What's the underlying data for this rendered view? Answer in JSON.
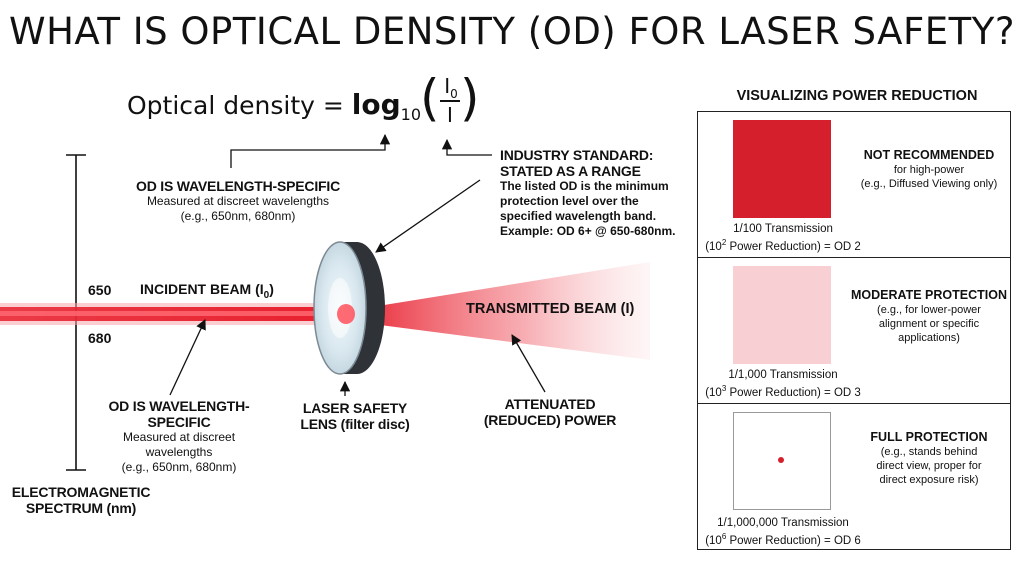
{
  "title": "WHAT IS OPTICAL DENSITY (OD) FOR LASER SAFETY?",
  "formula": {
    "lhs": "Optical density =",
    "log": "log",
    "base": "10",
    "numerator": "I",
    "numerator_sub": "0",
    "denominator": "I"
  },
  "annotations": {
    "od_top": {
      "heading": "OD IS WAVELENGTH-SPECIFIC",
      "lines": [
        "Measured at discreet wavelengths",
        "(e.g., 650nm, 680nm)"
      ]
    },
    "industry": {
      "heading_lines": [
        "INDUSTRY STANDARD:",
        "STATED AS A RANGE"
      ],
      "lines": [
        "The listed OD is the minimum",
        "protection level over the",
        "specified wavelength band.",
        "Example: OD 6+ @ 650-680nm."
      ]
    },
    "incident_beam": {
      "label": "INCIDENT BEAM (I",
      "sub": "0",
      "close": ")"
    },
    "transmitted_beam": "TRANSMITTED BEAM (I)",
    "od_bottom": {
      "heading": "OD IS WAVELENGTH-SPECIFIC",
      "lines": [
        "Measured at discreet",
        "wavelengths",
        "(e.g., 650nm, 680nm)"
      ]
    },
    "lens": [
      "LASER SAFETY",
      "LENS (filter disc)"
    ],
    "attenuated": [
      "ATTENUATED",
      "(REDUCED) POWER"
    ],
    "spectrum": [
      "ELECTROMAGNETIC",
      "SPECTRUM (nm)"
    ],
    "tick_650": "650",
    "tick_680": "680"
  },
  "panel": {
    "title": "VISUALIZING POWER REDUCTION",
    "rows": [
      {
        "swatch_color": "#d61f2c",
        "transmission": "1/100 Transmission",
        "reduction_prefix": "(10",
        "reduction_exp": "2",
        "reduction_suffix": " Power Reduction) = OD 2",
        "heading": "NOT RECOMMENDED",
        "lines": [
          "for high-power",
          "(e.g., Diffused Viewing only)"
        ]
      },
      {
        "swatch_color": "#f8cfd3",
        "transmission": "1/1,000 Transmission",
        "reduction_prefix": "(10",
        "reduction_exp": "3",
        "reduction_suffix": " Power Reduction) = OD 3",
        "heading": "MODERATE PROTECTION",
        "lines": [
          "(e.g., for lower-power",
          "alignment or specific",
          "applications)"
        ]
      },
      {
        "swatch_color": "#ffffff",
        "dot_color": "#d61f2c",
        "transmission": "1/1,000,000 Transmission",
        "reduction_prefix": "(10",
        "reduction_exp": "6",
        "reduction_suffix": " Power Reduction) = OD 6",
        "heading": "FULL PROTECTION",
        "lines": [
          "(e.g., stands behind",
          "direct view, proper for",
          "direct exposure risk)"
        ]
      }
    ]
  },
  "colors": {
    "laser": "#e8202e",
    "laser_glow": "#f7a5ab",
    "lens_rim": "#3a3d42",
    "lens_face": "#cfe0ea"
  }
}
